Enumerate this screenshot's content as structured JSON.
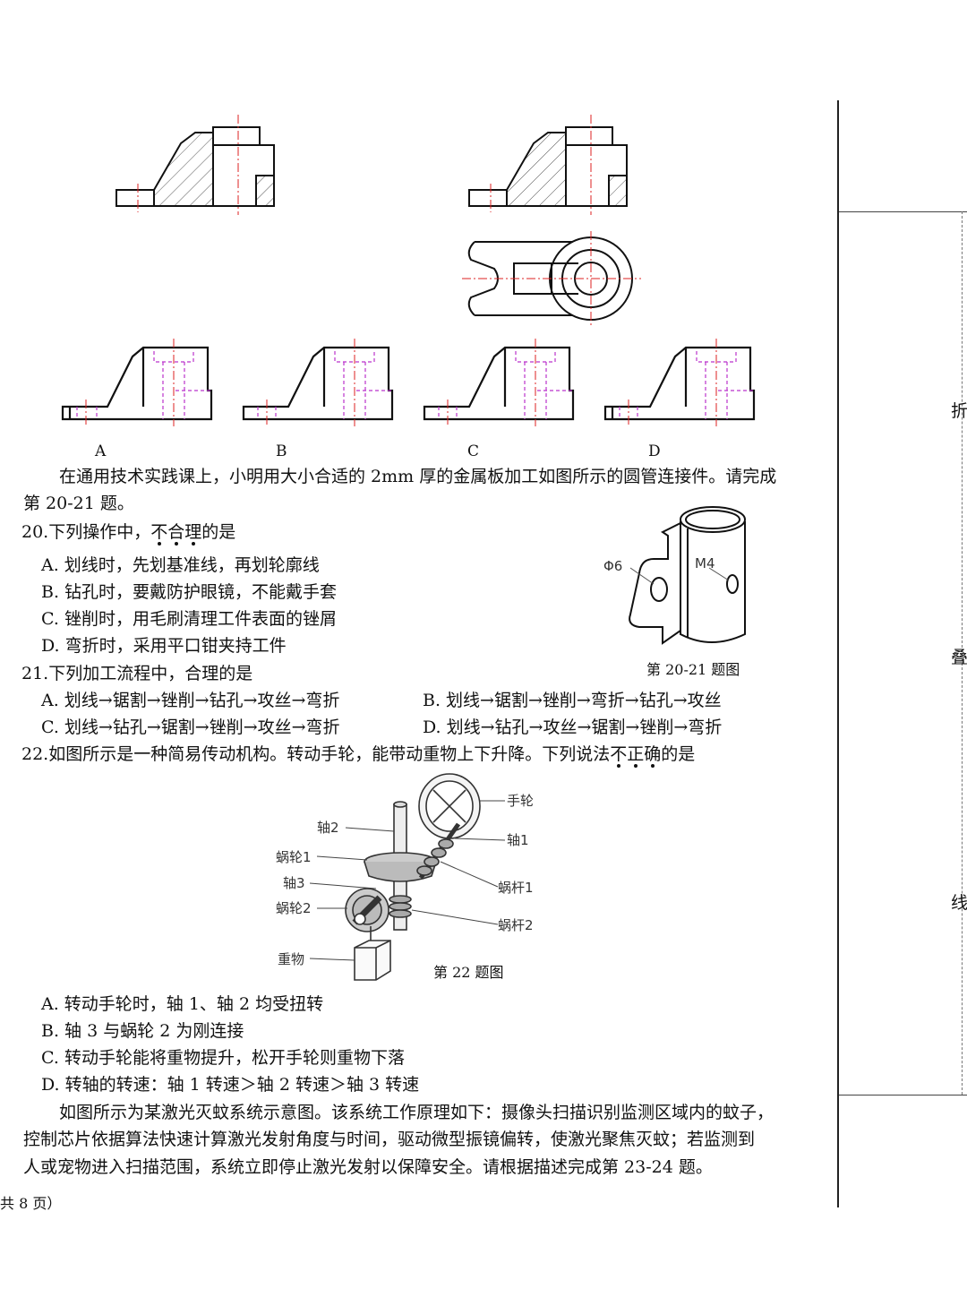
{
  "drawings": {
    "option_labels": [
      "A",
      "B",
      "C",
      "D"
    ]
  },
  "intro_20_21": {
    "line1": "在通用技术实践课上，小明用大小合适的 2mm 厚的金属板加工如图所示的圆管连接件。请完成",
    "line2": "第 20-21 题。"
  },
  "q20": {
    "stem_pre": "20.下列操作中，",
    "stem_emph": [
      "不",
      "合",
      "理"
    ],
    "stem_post": "的是",
    "options": [
      "A. 划线时，先划基准线，再划轮廓线",
      "B. 钻孔时，要戴防护眼镜，不能戴手套",
      "C. 锉削时，用毛刷清理工件表面的锉屑",
      "D. 弯折时，采用平口钳夹持工件"
    ]
  },
  "fig20": {
    "label_phi": "Φ6",
    "label_m4": "M4",
    "caption": "第 20-21 题图"
  },
  "q21": {
    "stem": "21.下列加工流程中，合理的是",
    "options": [
      "A. 划线→锯割→锉削→钻孔→攻丝→弯折",
      "B. 划线→锯割→锉削→弯折→钻孔→攻丝",
      "C. 划线→钻孔→锯割→锉削→攻丝→弯折",
      "D. 划线→钻孔→攻丝→锯割→锉削→弯折"
    ]
  },
  "q22": {
    "stem_pre": "22.如图所示是一种简易传动机构。转动手轮，能带动重物上下升降。下列说法",
    "stem_emph": [
      "不",
      "正",
      "确"
    ],
    "stem_post": "的是",
    "options": [
      "A. 转动手轮时，轴 1、轴 2 均受扭转",
      "B. 轴 3 与蜗轮 2 为刚连接",
      "C. 转动手轮能将重物提升，松开手轮则重物下落",
      "D. 转轴的转速：轴 1 转速＞轴 2 转速＞轴 3 转速"
    ]
  },
  "fig22": {
    "labels": {
      "handwheel": "手轮",
      "shaft2": "轴2",
      "shaft1": "轴1",
      "wormwheel1": "蜗轮1",
      "shaft3": "轴3",
      "worm1": "蜗杆1",
      "wormwheel2": "蜗轮2",
      "worm2": "蜗杆2",
      "weight": "重物"
    },
    "caption": "第 22 题图"
  },
  "intro_23_24": {
    "line1": "如图所示为某激光灭蚊系统示意图。该系统工作原理如下：摄像头扫描识别监测区域内的蚊子，",
    "line2": "控制芯片依据算法快速计算激光发射角度与时间，驱动微型振镜偏转，使激光聚焦灭蚊；若监测到",
    "line3": "人或宠物进入扫描范围，系统立即停止激光发射以保障安全。请根据描述完成第 23-24 题。"
  },
  "footer": {
    "page_text": "共 8 页）"
  },
  "margin": {
    "fold_chars": [
      "折",
      "叠",
      "线"
    ]
  }
}
